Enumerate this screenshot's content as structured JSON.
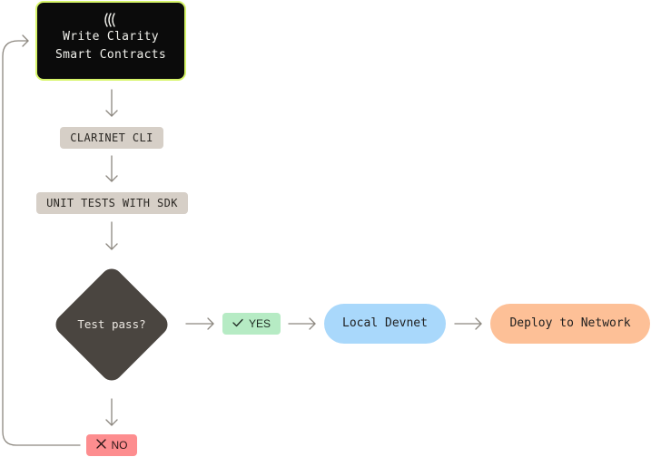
{
  "diagram": {
    "start": {
      "icon": "clarity-logo-icon",
      "title_line1": "Write Clarity",
      "title_line2": "Smart Contracts"
    },
    "steps": [
      {
        "label": "CLARINET CLI"
      },
      {
        "label": "UNIT TESTS WITH SDK"
      }
    ],
    "decision": {
      "label": "Test pass?"
    },
    "yes_branch": {
      "icon": "check-icon",
      "label": "YES"
    },
    "no_branch": {
      "icon": "x-icon",
      "label": "NO"
    },
    "outcomes": [
      {
        "label": "Local Devnet"
      },
      {
        "label": "Deploy to Network"
      }
    ],
    "colors": {
      "start_fill": "#0b0b0b",
      "start_border": "#d7f56a",
      "step_fill": "#d6cfc7",
      "decision_fill": "#4a4540",
      "yes_fill": "#b6ebc4",
      "no_fill": "#fd8d8f",
      "devnet_fill": "#a9d8fb",
      "deploy_fill": "#fdc097",
      "connector": "#8c877f"
    }
  }
}
